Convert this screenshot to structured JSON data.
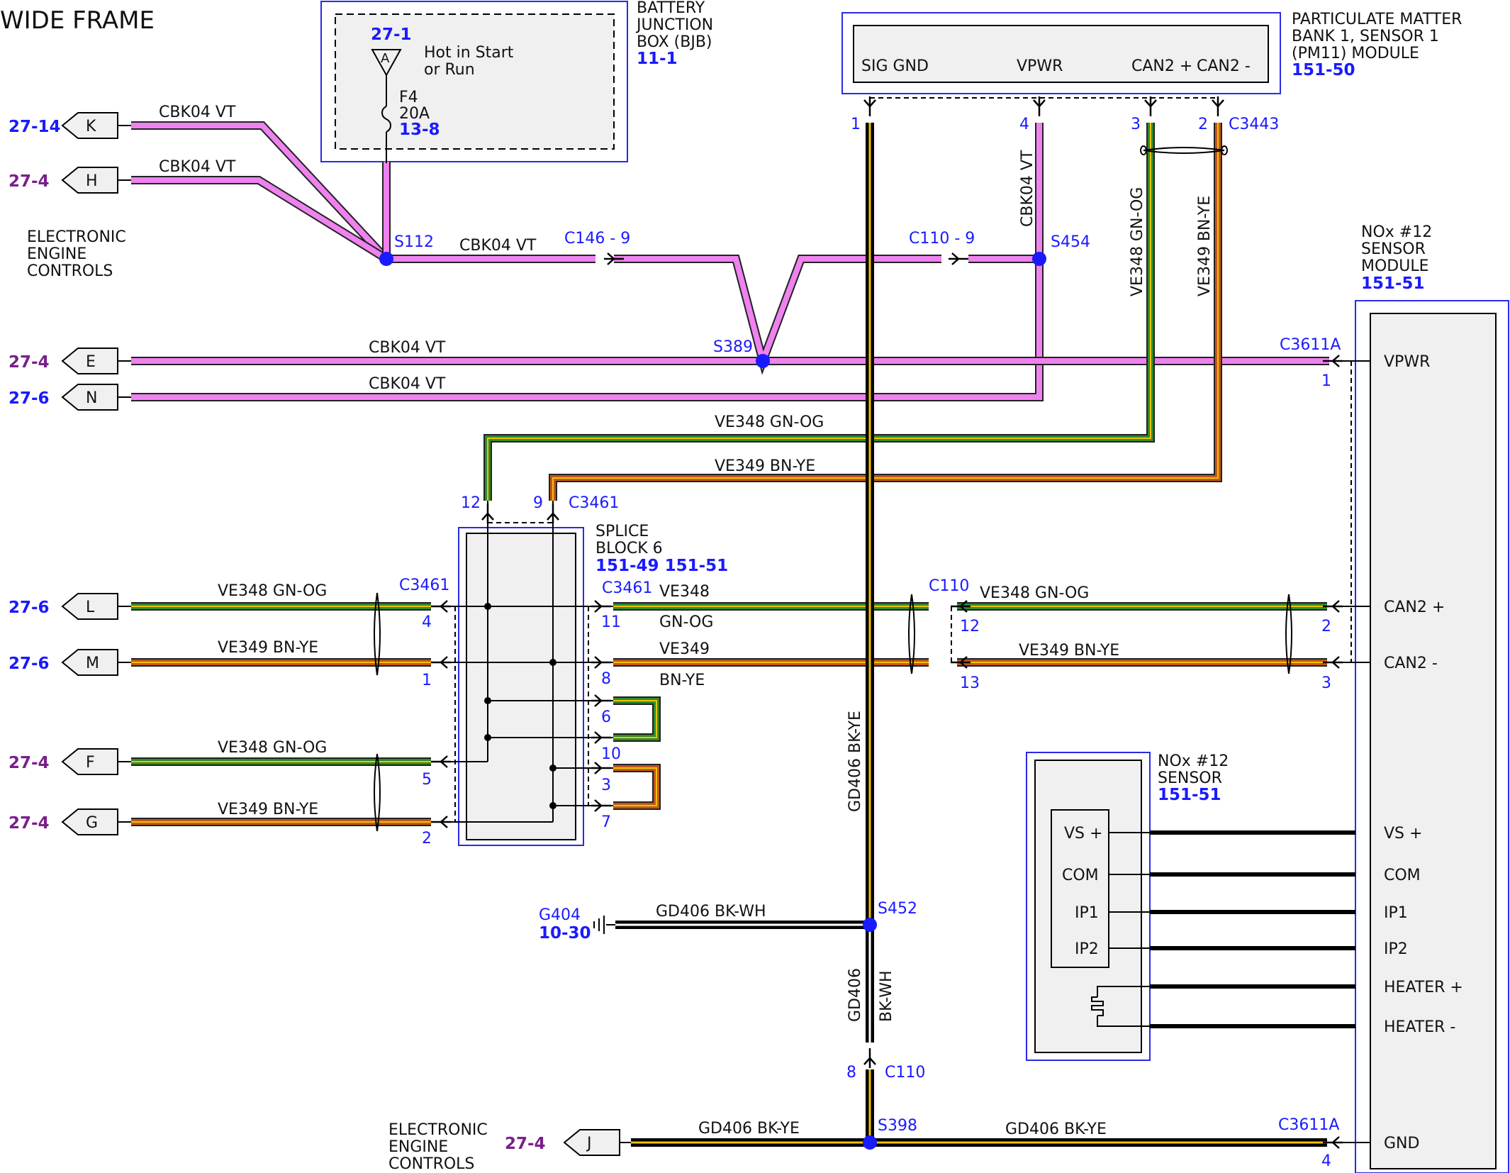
{
  "title": "WIDE FRAME",
  "tags": [
    {
      "letter": "K",
      "ref": "27-14"
    },
    {
      "letter": "H",
      "ref": "27-4"
    },
    {
      "letter": "E",
      "ref": "27-4"
    },
    {
      "letter": "N",
      "ref": "27-6"
    },
    {
      "letter": "L",
      "ref": "27-6"
    },
    {
      "letter": "M",
      "ref": "27-6"
    },
    {
      "letter": "F",
      "ref": "27-4"
    },
    {
      "letter": "G",
      "ref": "27-4"
    },
    {
      "letter": "J",
      "ref": "27-4"
    }
  ],
  "eec_top": [
    "ELECTRONIC",
    "ENGINE",
    "CONTROLS"
  ],
  "eec_bottom": [
    "ELECTRONIC",
    "ENGINE",
    "CONTROLS"
  ],
  "bjb": {
    "lines": [
      "BATTERY",
      "JUNCTION",
      "BOX (BJB)"
    ],
    "ref": "11-1",
    "fuse_ref_top": "27-1",
    "hot_letter": "A",
    "hot_line1": "Hot in Start",
    "hot_line2": "or Run",
    "fuse_name": "F4",
    "fuse_rating": "20A",
    "fuse_ref": "13-8"
  },
  "pm11": {
    "lines": [
      "PARTICULATE MATTER",
      "BANK 1, SENSOR 1",
      "(PM11) MODULE"
    ],
    "ref": "151-50",
    "pins": [
      "SIG GND",
      "VPWR",
      "CAN2 +",
      "CAN2 -"
    ]
  },
  "nox_module": {
    "lines": [
      "NOx #12",
      "SENSOR",
      "MODULE"
    ],
    "ref": "151-51",
    "pins": [
      "VPWR",
      "CAN2 +",
      "CAN2 -",
      "VS +",
      "COM",
      "IP1",
      "IP2",
      "HEATER +",
      "HEATER -",
      "GND"
    ]
  },
  "nox_sensor": {
    "lines": [
      "NOx #12",
      "SENSOR"
    ],
    "ref": "151-51",
    "pins": [
      "VS +",
      "COM",
      "IP1",
      "IP2"
    ]
  },
  "splice_block": {
    "lines": [
      "SPLICE",
      "BLOCK 6"
    ],
    "ref": "151-49 151-51"
  },
  "wires": {
    "w1": "CBK04  VT",
    "w2": "CBK04  VT",
    "w3": "CBK04  VT",
    "w4": "CBK04  VT",
    "w5": "CBK04  VT",
    "w6": "VE348  GN-OG",
    "w7": "VE349  BN-YE",
    "w8": "VE348  GN-OG",
    "w9": "VE349  BN-YE",
    "w10": "VE348  GN-OG",
    "w11": "VE349  BN-YE",
    "w12a": "VE348",
    "w12b": "GN-OG",
    "w13a": "VE349",
    "w13b": "BN-YE",
    "w14": "VE348  GN-OG",
    "w15": "VE349  BN-YE",
    "w16": "GD406  BK-WH",
    "w17": "GD406  BK-YE",
    "w18": "GD406  BK-YE",
    "v1": "CBK04  VT",
    "v2": "VE348  GN-OG",
    "v3": "VE349  BN-YE",
    "v4": "GD406  BK-YE",
    "v5": "GD406",
    "v6": "BK-WH"
  },
  "splices": {
    "s112": "S112",
    "s454": "S454",
    "s389": "S389",
    "s452": "S452",
    "s398": "S398"
  },
  "connectors": {
    "c146": "C146  -  9",
    "c110_top": "C110  -  9",
    "c3443": "C3443",
    "c3611a_top": "C3611A",
    "c3611a_bottom": "C3611A",
    "c3461_top": "C3461",
    "c3461_left": "C3461",
    "c3461_right": "C3461",
    "c110_mid": "C110",
    "c110_bottom": "C110",
    "g404": "G404",
    "g404_ref": "10-30"
  },
  "pins": {
    "p1": "1",
    "p2": "4",
    "p3": "3",
    "p4": "2",
    "p5": "1",
    "p6": "12",
    "p7": "9",
    "p8": "4",
    "p9": "1",
    "p10": "5",
    "p11": "2",
    "p12": "11",
    "p13": "8",
    "p14": "6",
    "p15": "10",
    "p16": "3",
    "p17": "7",
    "p18": "12",
    "p19": "13",
    "p20": "2",
    "p21": "3",
    "p22": "8",
    "p23": "4"
  }
}
